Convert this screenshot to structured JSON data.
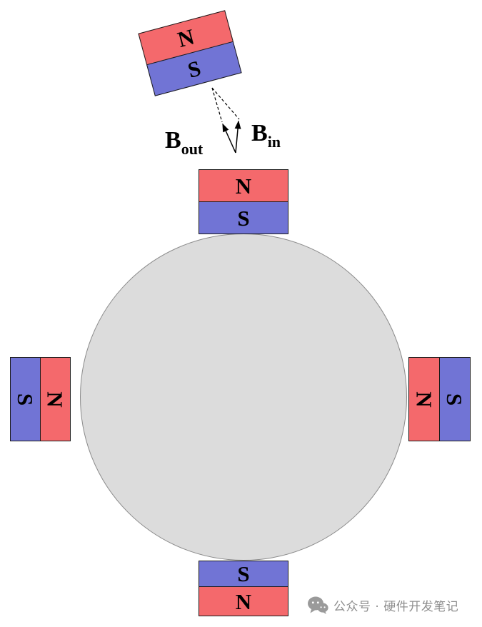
{
  "diagram": {
    "magnets": {
      "tilted": {
        "n": "N",
        "s": "S"
      },
      "top": {
        "n": "N",
        "s": "S"
      },
      "bottom": {
        "s": "S",
        "n": "N"
      },
      "left": {
        "s": "S",
        "n": "N"
      },
      "right": {
        "n": "N",
        "s": "S"
      }
    },
    "vectors": {
      "b_out": {
        "symbol": "B",
        "subscript": "out"
      },
      "b_in": {
        "symbol": "B",
        "subscript": "in"
      }
    }
  },
  "watermark": {
    "text": "公众号 · 硬件开发笔记"
  },
  "colors": {
    "pole_n_red": "#f4696c",
    "pole_s_blue": "#7174d5",
    "rotor_gray": "#dcdcdc",
    "rotor_border": "#8a8a8a",
    "watermark_gray": "#8f8f8f",
    "line_black": "#000000"
  }
}
